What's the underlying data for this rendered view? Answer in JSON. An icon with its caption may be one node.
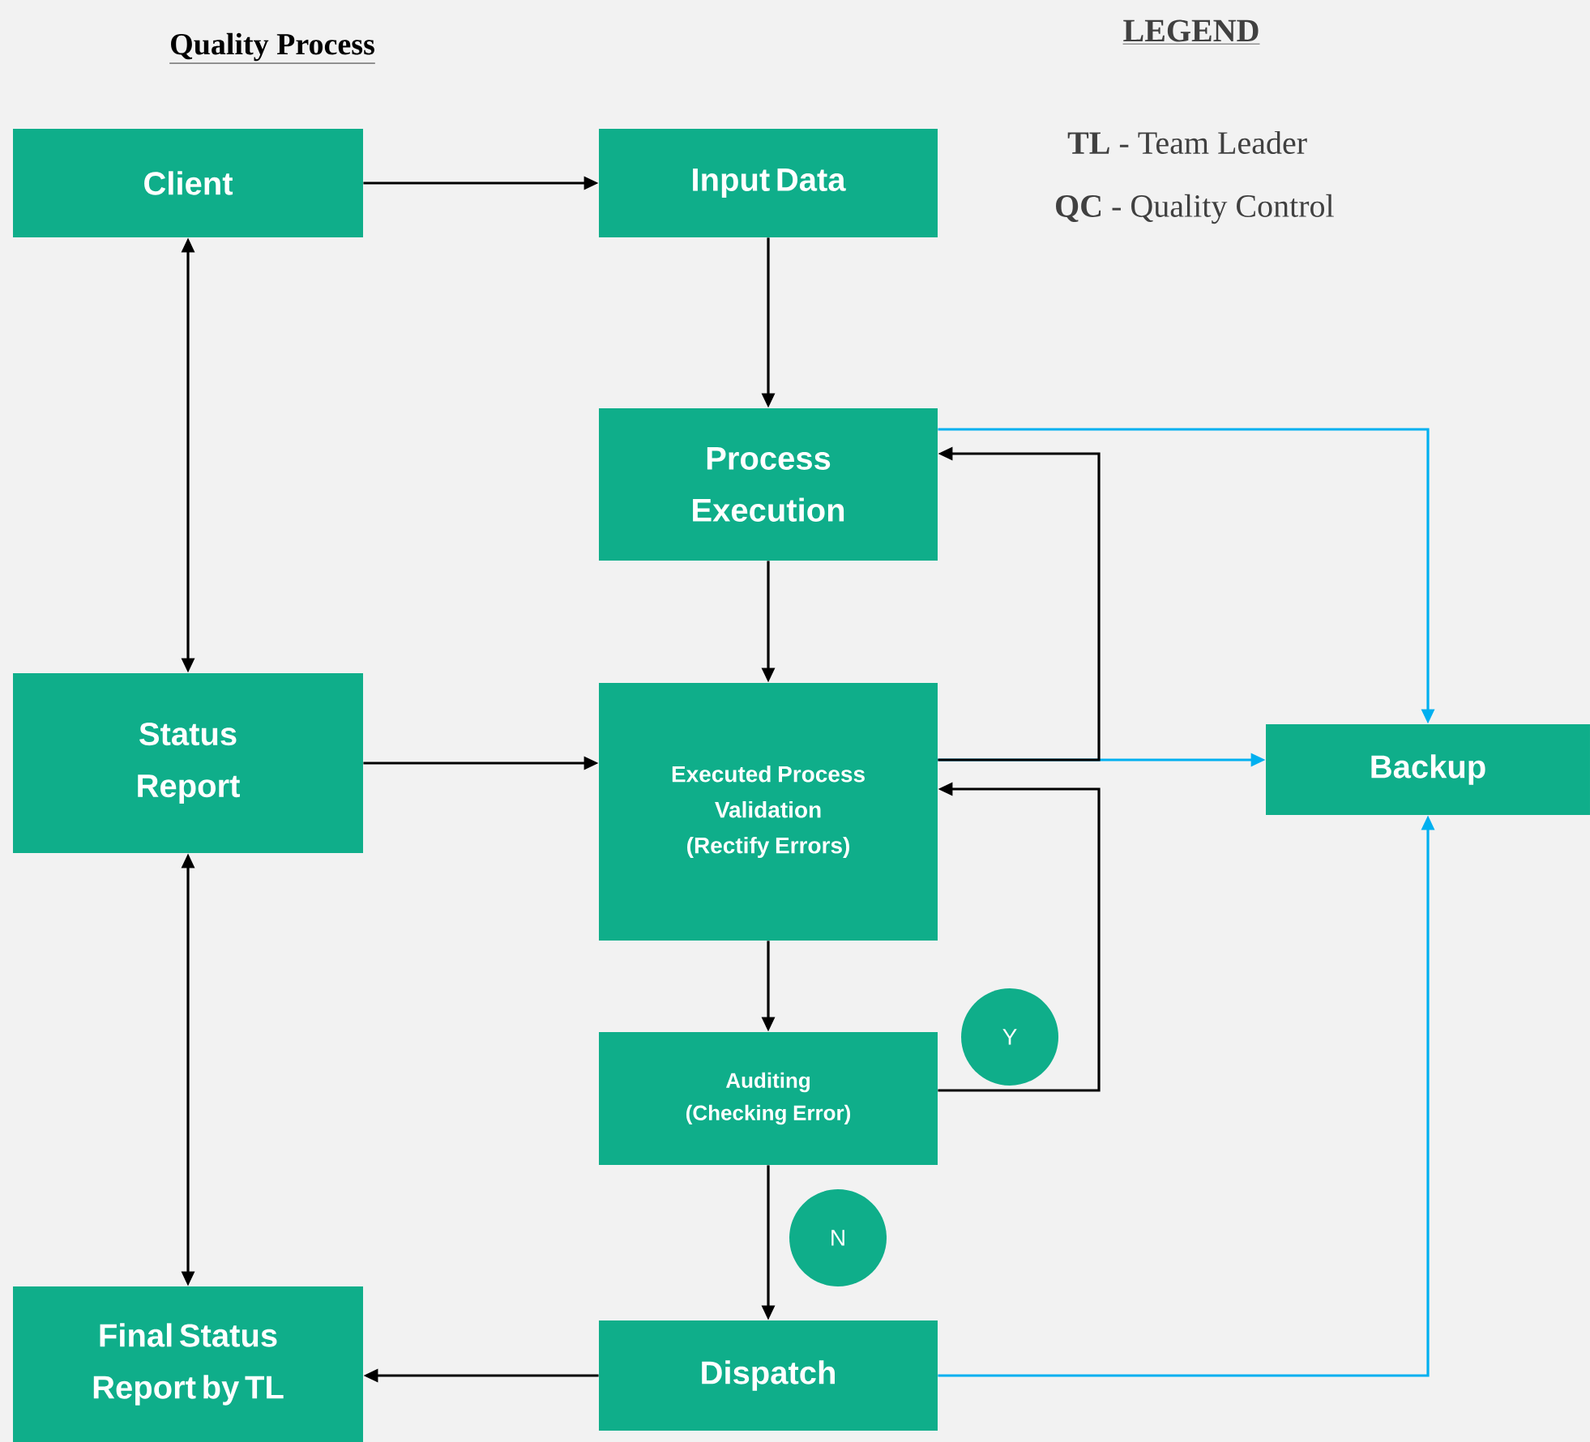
{
  "diagram": {
    "title": "Quality Process",
    "nodes": [
      {
        "text": [
          "Client"
        ]
      },
      {
        "text": [
          "Input Data"
        ]
      },
      {
        "text": [
          "Process Execution"
        ]
      },
      {
        "text": [
          "Status Report"
        ]
      },
      {
        "text": [
          "Executed Process Validation (Rectify Errors)"
        ]
      },
      {
        "text": [
          "Backup"
        ]
      },
      {
        "text": [
          "Auditing (Checking Error)"
        ]
      },
      {
        "text": [
          "Y"
        ]
      },
      {
        "text": [
          "N"
        ]
      },
      {
        "text": [
          "Final Status Report by TL"
        ]
      },
      {
        "text": [
          "Dispatch"
        ]
      }
    ],
    "edges": [
      {
        "from": 0,
        "to": 1,
        "arrow": "to"
      },
      {
        "from": 1,
        "to": 2,
        "arrow": "to"
      },
      {
        "from": 0,
        "to": 3,
        "arrow": "both"
      },
      {
        "from": 2,
        "to": 4,
        "arrow": "to"
      },
      {
        "from": 3,
        "to": 4,
        "arrow": "to"
      },
      {
        "from": 4,
        "to": 2,
        "arrow": "to"
      },
      {
        "from": 4,
        "to": 5,
        "arrow": "to",
        "color": "#00b0f0"
      },
      {
        "from": 2,
        "to": 5,
        "arrow": "to",
        "color": "#00b0f0"
      },
      {
        "from": 4,
        "to": 6,
        "arrow": "to"
      },
      {
        "from": 6,
        "to": 4,
        "arrow": "to"
      },
      {
        "from": 6,
        "to": 10,
        "arrow": "to"
      },
      {
        "from": 3,
        "to": 9,
        "arrow": "both"
      },
      {
        "from": 10,
        "to": 9,
        "arrow": "to"
      },
      {
        "from": 10,
        "to": 5,
        "arrow": "to",
        "color": "#00b0f0"
      }
    ],
    "labels": [
      "LEGEND",
      "**TL** - Team Leader",
      "**QC** - Quality Control"
    ]
  }
}
